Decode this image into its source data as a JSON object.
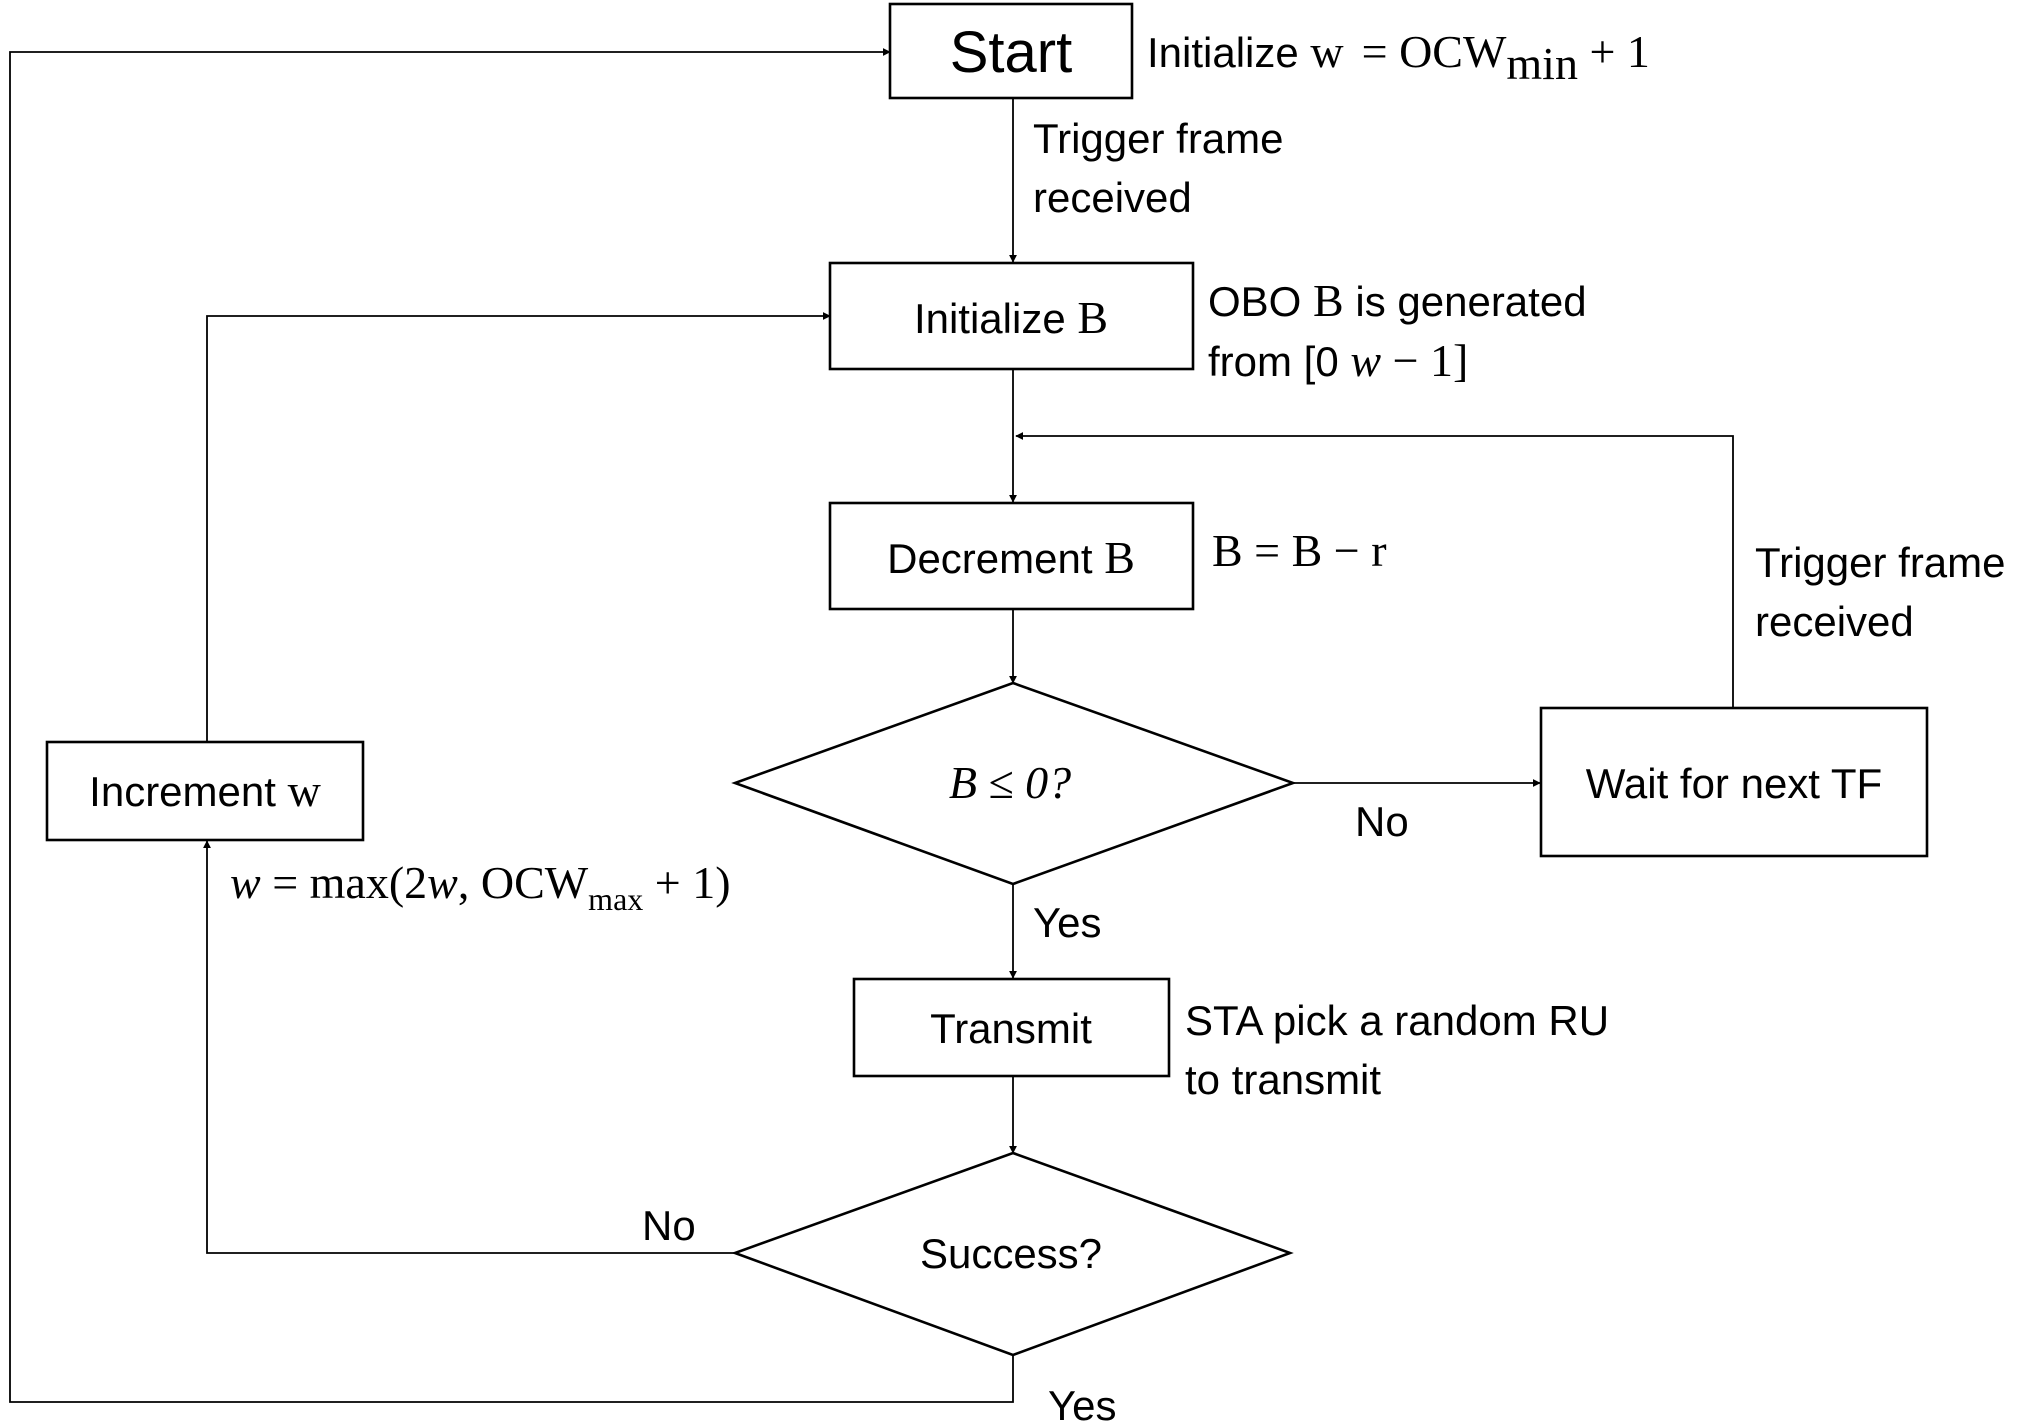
{
  "nodes": {
    "start": "Start",
    "init_b": "Initialize ",
    "init_b_var": "B",
    "decrement_b": "Decrement ",
    "decrement_b_var": "B",
    "decision_b": "B ≤ 0?",
    "wait": "Wait for next TF",
    "transmit": "Transmit",
    "success": "Success?",
    "increment_w": "Increment ",
    "increment_w_var": "w"
  },
  "notes": {
    "start_init_text": "Initialize ",
    "start_init_var": "w",
    "start_init_eq": "= OCW",
    "start_init_sub": "min",
    "start_init_tail": " + 1",
    "trigger_top_line1": "Trigger frame",
    "trigger_top_line2": "received",
    "obo_line1_a": "OBO ",
    "obo_line1_var": "B",
    "obo_line1_b": " is generated",
    "obo_line2_a": "from [0   ",
    "obo_line2_var": "w",
    "obo_line2_b": " − 1]",
    "decrement_eq": "B = B − r",
    "trigger_right_line1": "Trigger frame",
    "trigger_right_line2": "received",
    "sta_line1": "STA pick a random RU",
    "sta_line2": "to transmit",
    "w_eq_a": "w",
    "w_eq_b": " = max(2",
    "w_eq_c": "w",
    "w_eq_d": ", OCW",
    "w_eq_sub": "max",
    "w_eq_e": " + 1)"
  },
  "edge_labels": {
    "no_decision": "No",
    "yes_decision": "Yes",
    "no_success": "No",
    "yes_success": "Yes"
  }
}
